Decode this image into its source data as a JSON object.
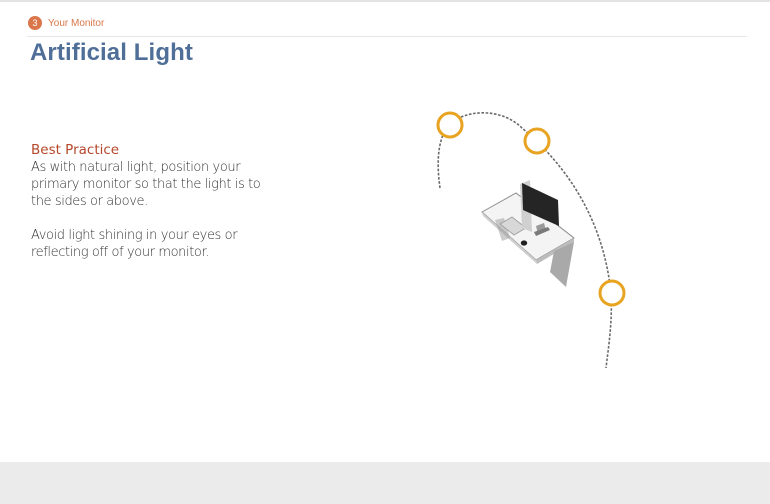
{
  "breadcrumb": {
    "step_number": "3",
    "section": "Your Monitor"
  },
  "title": "Artificial Light",
  "content": {
    "subhead": "Best Practice",
    "paragraph1": "As with natural light, position your primary monitor so that the light is to the sides or above.",
    "paragraph2": "Avoid light shining in your eyes or reflecting off of your monitor."
  },
  "colors": {
    "title": "#4f6e98",
    "accent": "#d9774a",
    "subhead": "#b5472a",
    "light_source": "#e8a321"
  },
  "illustration": {
    "icons": [
      "desk-icon",
      "monitor-icon",
      "light-source-icon",
      "light-source-icon",
      "light-source-icon"
    ]
  }
}
